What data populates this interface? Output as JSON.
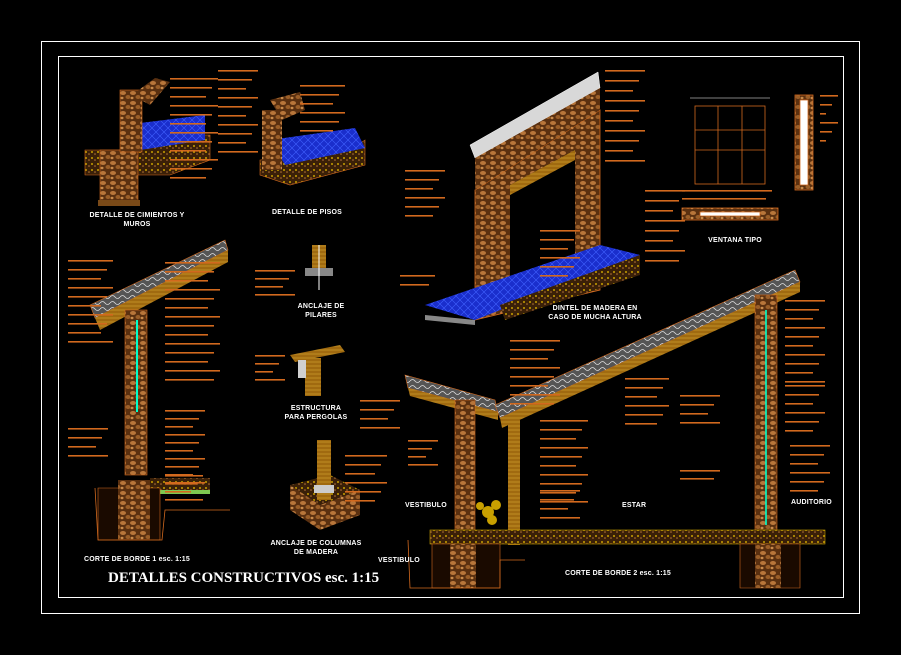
{
  "title": "DETALLES CONSTRUCTIVOS  esc. 1:15",
  "labels": {
    "cimientos_1": "DETALLE DE CIMIENTOS Y",
    "cimientos_2": "MUROS",
    "pisos": "DETALLE DE PISOS",
    "dintel_1": "DINTEL DE MADERA EN",
    "dintel_2": "CASO DE MUCHA ALTURA",
    "ventana": "VENTANA TIPO",
    "anclaje_pilares_1": "ANCLAJE DE",
    "anclaje_pilares_2": "PILARES",
    "pergolas_1": "ESTRUCTURA",
    "pergolas_2": "PARA PERGOLAS",
    "anclaje_columnas_1": "ANCLAJE DE COLUMNAS",
    "anclaje_columnas_2": "DE MADERA",
    "corte1": "CORTE DE BORDE 1  esc. 1:15",
    "corte2": "CORTE DE BORDE 2 esc. 1:15",
    "vestibulo_1": "VESTIBULO",
    "vestibulo_2": "VESTIBULO",
    "estar": "ESTAR",
    "auditorio": "AUDITORIO"
  },
  "colors": {
    "background": "#000000",
    "frame": "#ffffff",
    "annotation": "#d2691e",
    "stone": "#b8763a",
    "wood": "#c8a000",
    "tile": "#1e3cff",
    "text": "#ffffff"
  }
}
